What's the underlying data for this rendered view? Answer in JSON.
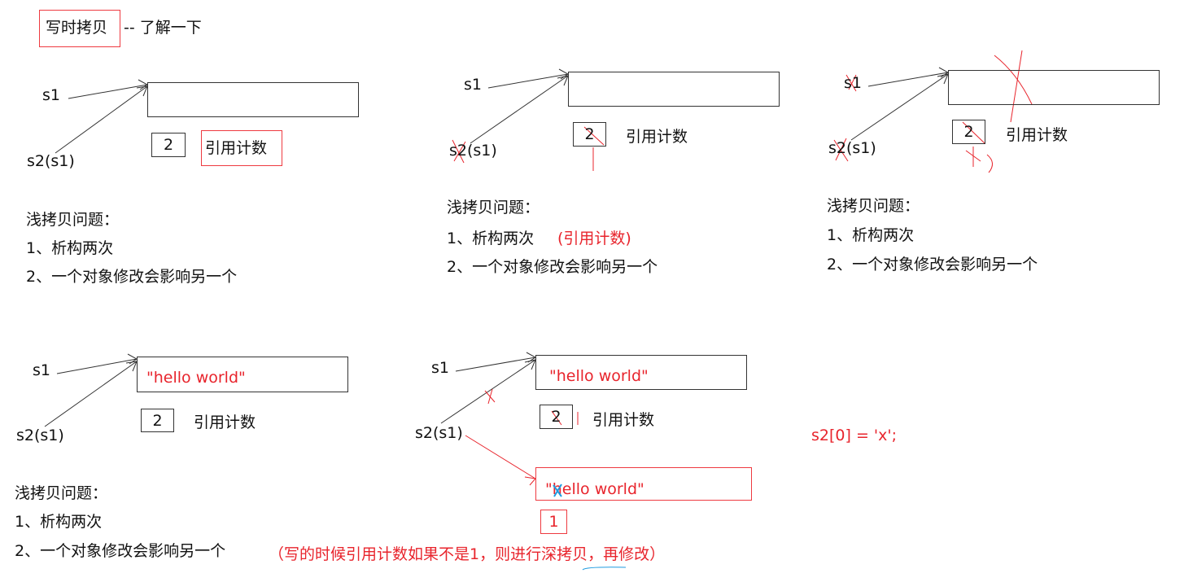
{
  "title": {
    "label": "写时拷贝",
    "suffix": "-- 了解一下"
  },
  "colors": {
    "annotation": "#e8242c",
    "ink": "#111111",
    "highlight": "#1e9be0"
  },
  "panels": [
    {
      "s1": "s1",
      "s2": "s2(s1)",
      "count": "2",
      "count_label": "引用计数",
      "notes": [
        "浅拷贝问题：",
        "1、析构两次",
        "2、一个对象修改会影响另一个"
      ]
    },
    {
      "s1": "s1",
      "s2": "s2(s1)",
      "count": "2",
      "count_label": "引用计数",
      "notes": [
        "浅拷贝问题：",
        "1、析构两次",
        "2、一个对象修改会影响另一个"
      ],
      "note_red": "(引用计数)"
    },
    {
      "s1": "s1",
      "s2": "s2(s1)",
      "count": "2",
      "count_label": "引用计数",
      "notes": [
        "浅拷贝问题：",
        "1、析构两次",
        "2、一个对象修改会影响另一个"
      ]
    },
    {
      "s1": "s1",
      "s2": "s2(s1)",
      "content": "\"hello world\"",
      "count": "2",
      "count_label": "引用计数",
      "notes": [
        "浅拷贝问题：",
        "1、析构两次",
        "2、一个对象修改会影响另一个"
      ],
      "note_red": "（写的时候引用计数如果不是1，则进行深拷贝，再修改）"
    },
    {
      "s1": "s1",
      "s2": "s2(s1)",
      "content": "\"hello world\"",
      "count": "2",
      "count_label": "引用计数",
      "copy_content": "\"hello world\"",
      "copy_count": "1"
    }
  ],
  "code": "s2[0] = 'x';"
}
